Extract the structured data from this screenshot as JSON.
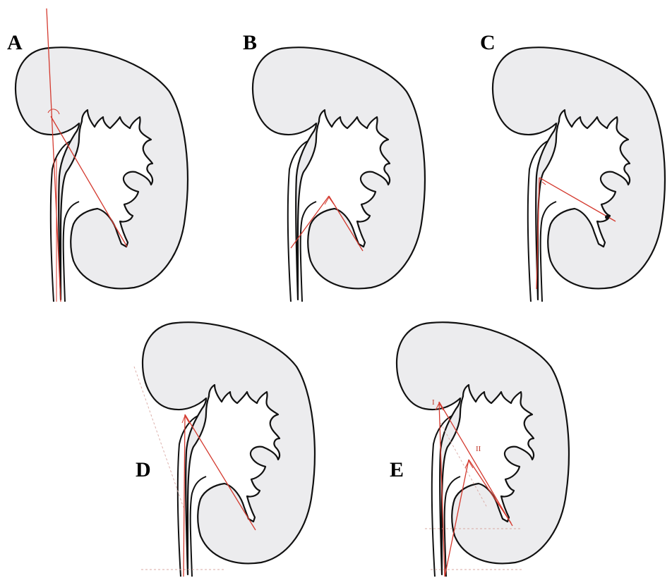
{
  "panels": [
    {
      "id": "A",
      "label": "A"
    },
    {
      "id": "B",
      "label": "B"
    },
    {
      "id": "C",
      "label": "C"
    },
    {
      "id": "D",
      "label": "D"
    },
    {
      "id": "E",
      "label": "E"
    }
  ],
  "sub_labels": {
    "angle_one": "I",
    "angle_two": "II"
  },
  "colors": {
    "measure_line": "#d43a2f",
    "kidney_fill": "#ececee",
    "outline": "#111111"
  }
}
